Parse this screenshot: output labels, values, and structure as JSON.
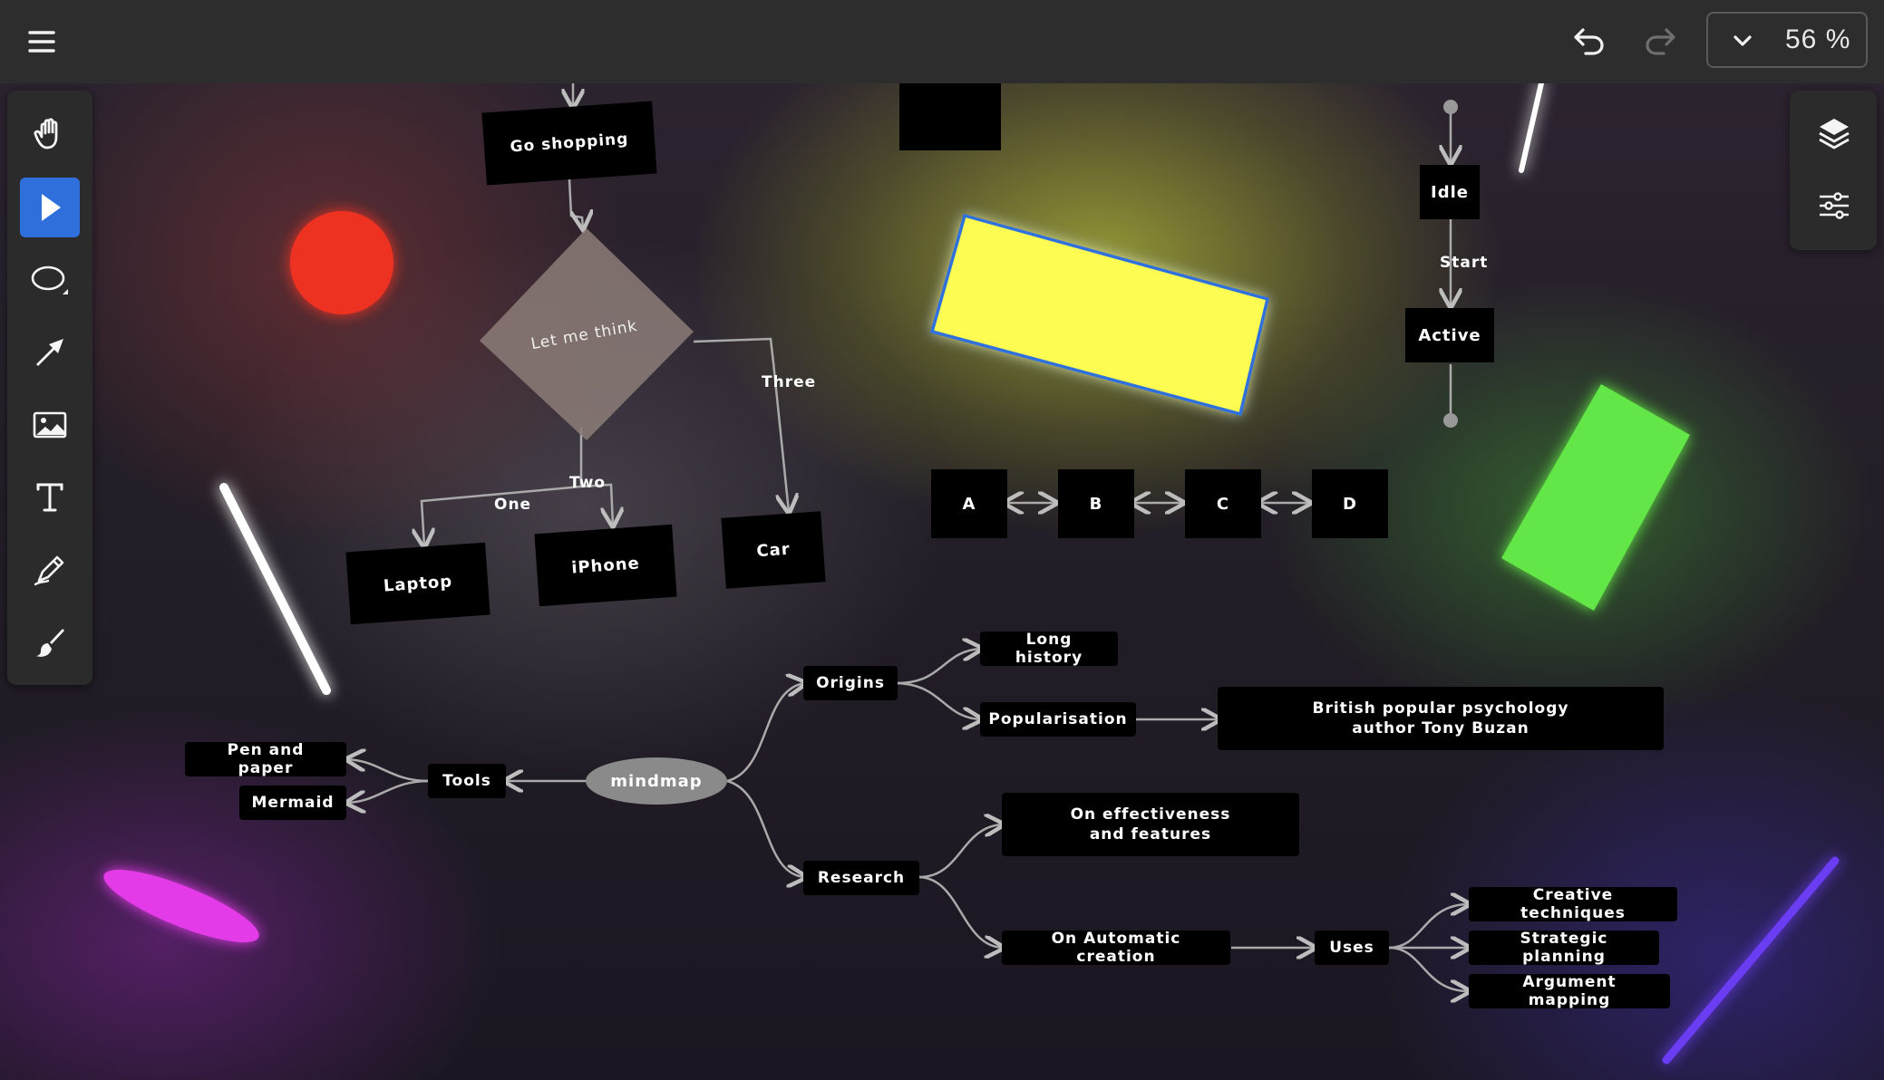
{
  "topbar": {
    "menu_icon": "hamburger-menu-icon",
    "undo_icon": "undo-icon",
    "redo_icon": "redo-icon",
    "zoom_value": "56 %"
  },
  "toolbar": {
    "tools": [
      "hand-icon",
      "select-pointer-icon",
      "ellipse-icon",
      "arrow-icon",
      "image-icon",
      "text-icon",
      "pen-icon",
      "brush-icon"
    ],
    "active_tool": "select-pointer-icon"
  },
  "right_panel": {
    "tools": [
      "layers-icon",
      "settings-sliders-icon"
    ]
  },
  "colors": {
    "accent": "#2f6fdc",
    "yellow_rect": "#fcfc52",
    "green_rect": "#63e647",
    "red_circle": "#ee3323",
    "magenta_ellipse": "#e43be9",
    "blue_line": "#6a3cf2"
  },
  "flowchart": {
    "go_shopping": "Go shopping",
    "decision": "Let me think",
    "edge_one": "One",
    "edge_two": "Two",
    "edge_three": "Three",
    "laptop": "Laptop",
    "iphone": "iPhone",
    "car": "Car"
  },
  "state_machine": {
    "idle": "Idle",
    "start": "Start",
    "active": "Active"
  },
  "sequence": [
    "A",
    "B",
    "C",
    "D"
  ],
  "mindmap": {
    "root": "mindmap",
    "tools": "Tools",
    "pen_and_paper": "Pen and paper",
    "mermaid": "Mermaid",
    "origins": "Origins",
    "long_history": "Long history",
    "popularisation": "Popularisation",
    "buzan_line1": "British popular psychology",
    "buzan_line2": "author Tony Buzan",
    "research": "Research",
    "effectiveness_line1": "On effectiveness",
    "effectiveness_line2": "and features",
    "automatic_creation": "On Automatic creation",
    "uses": "Uses",
    "creative_techniques": "Creative techniques",
    "strategic_planning": "Strategic planning",
    "argument_mapping": "Argument mapping"
  }
}
